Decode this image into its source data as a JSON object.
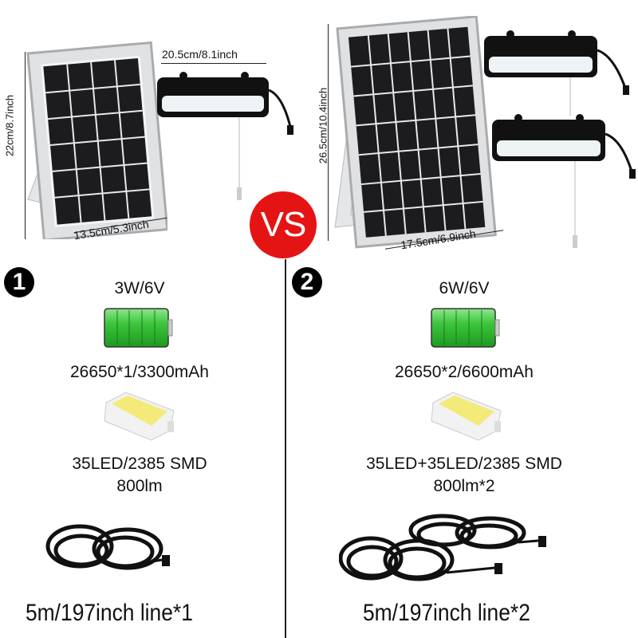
{
  "vs_label": "VS",
  "options": [
    {
      "badge": "1",
      "panel_height": "22cm/8.7inch",
      "panel_width": "13.5cm/5.3inch",
      "lamp_width": "20.5cm/8.1inch",
      "power": "3W/6V",
      "battery": "26650*1/3300mAh",
      "led": "35LED/2385 SMD",
      "lumens": "800lm",
      "cable": "5m/197inch line*1",
      "lamp_count": 1,
      "cable_count": 1
    },
    {
      "badge": "2",
      "panel_height": "26.5cm/10.4inch",
      "panel_width": "17.5cm/6.9inch",
      "power": "6W/6V",
      "battery": "26650*2/6600mAh",
      "led": "35LED+35LED/2385 SMD",
      "lumens": "800lm*2",
      "cable": "5m/197inch line*2",
      "lamp_count": 2,
      "cable_count": 2
    }
  ],
  "colors": {
    "vs_red": "#e51414",
    "battery_green": "#3bc43b",
    "led_yellow": "#f3ea7a",
    "panel_cell": "#1c1c1e",
    "frame_silver": "#d9dbde"
  }
}
